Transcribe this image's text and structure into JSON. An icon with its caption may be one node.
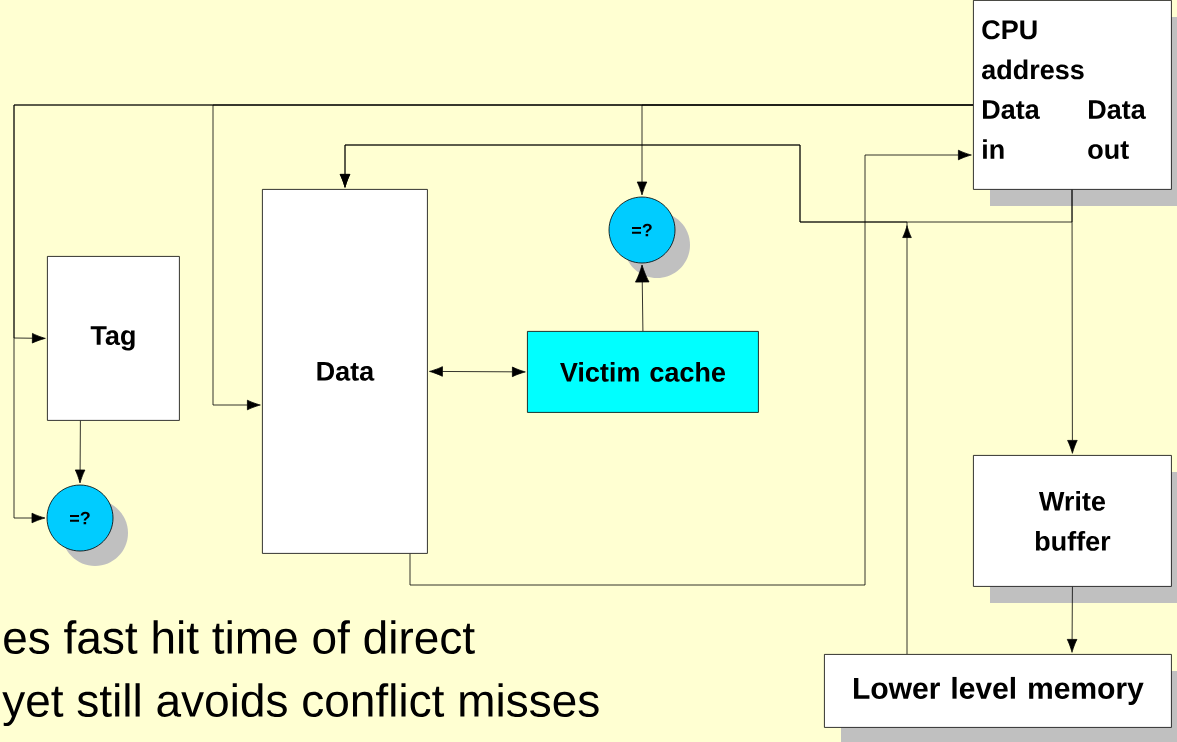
{
  "diagram": {
    "nodes": [
      {
        "text": [
          "CPU address",
          "Data in",
          "Data out"
        ]
      },
      {
        "text": [
          "Tag"
        ]
      },
      {
        "text": [
          "Data"
        ]
      },
      {
        "text": [
          "Victim cache"
        ]
      },
      {
        "text": [
          "=?"
        ]
      },
      {
        "text": [
          "=?"
        ]
      },
      {
        "text": [
          "Write buffer"
        ]
      },
      {
        "text": [
          "Lower level memory"
        ]
      }
    ],
    "edges": [
      {
        "from": 0,
        "to": 1,
        "arrow": "to"
      },
      {
        "from": 0,
        "to": 5,
        "arrow": "to"
      },
      {
        "from": 0,
        "to": 2,
        "arrow": "to"
      },
      {
        "from": 0,
        "to": 4,
        "arrow": "to"
      },
      {
        "from": 1,
        "to": 5,
        "arrow": "to"
      },
      {
        "from": 3,
        "to": 4,
        "arrow": "to"
      },
      {
        "from": 2,
        "to": 3,
        "arrow": "both"
      },
      {
        "from": 0,
        "to": 2,
        "arrow": "to"
      },
      {
        "from": 0,
        "to": 6,
        "arrow": "to"
      },
      {
        "from": 2,
        "to": 0,
        "arrow": "to"
      },
      {
        "from": 7,
        "to": 2,
        "arrow": "to"
      },
      {
        "from": 6,
        "to": 7,
        "arrow": "to"
      }
    ],
    "labels": [
      "es fast hit time of direct",
      "yet still avoids conflict misses"
    ]
  }
}
